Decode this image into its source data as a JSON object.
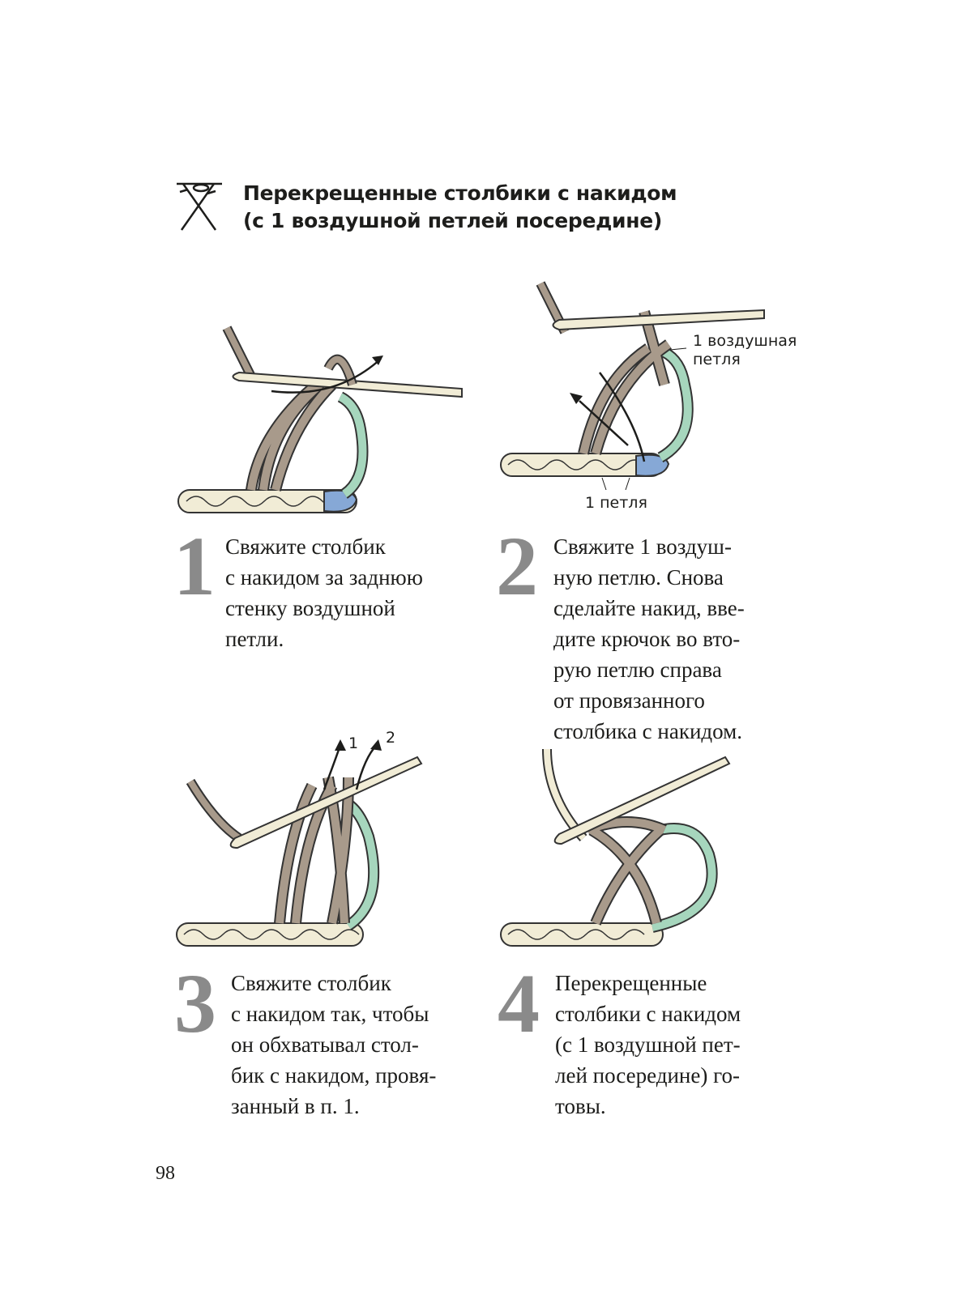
{
  "title": {
    "line1": "Перекрещенные столбики с накидом",
    "line2": "(с 1 воздушной петлей посередине)",
    "symbol_icon": "crossed-double-crochet-symbol"
  },
  "steps": [
    {
      "number": "1",
      "lines": [
        "Свяжите столбик",
        "с накидом за заднюю",
        "стенку воздушной",
        "петли."
      ]
    },
    {
      "number": "2",
      "lines": [
        "Свяжите 1 воздуш-",
        "ную петлю. Снова",
        "сделайте накид, вве-",
        "дите крючок во вто-",
        "рую петлю справа",
        "от провязанного",
        "столбика с накидом."
      ],
      "labels": {
        "chain_stitch": [
          "1 воздушная",
          "петля"
        ],
        "loop": "1 петля"
      }
    },
    {
      "number": "3",
      "lines": [
        "Свяжите столбик",
        "с накидом так, чтобы",
        "он обхватывал стол-",
        "бик с накидом, провя-",
        "занный в п. 1."
      ],
      "labels": {
        "arrow1": "1",
        "arrow2": "2"
      }
    },
    {
      "number": "4",
      "lines": [
        "Перекрещенные",
        "столбики с накидом",
        "(с 1 воздушной пет-",
        "лей посередине) го-",
        "товы."
      ]
    }
  ],
  "page_number": "98",
  "colors": {
    "yarn": "#a89a8b",
    "chain": "#f1ecd6",
    "green": "#a6d6bd",
    "blue": "#86a8d6",
    "yellow": "#ecd27e",
    "number": "#8a8a8a"
  }
}
